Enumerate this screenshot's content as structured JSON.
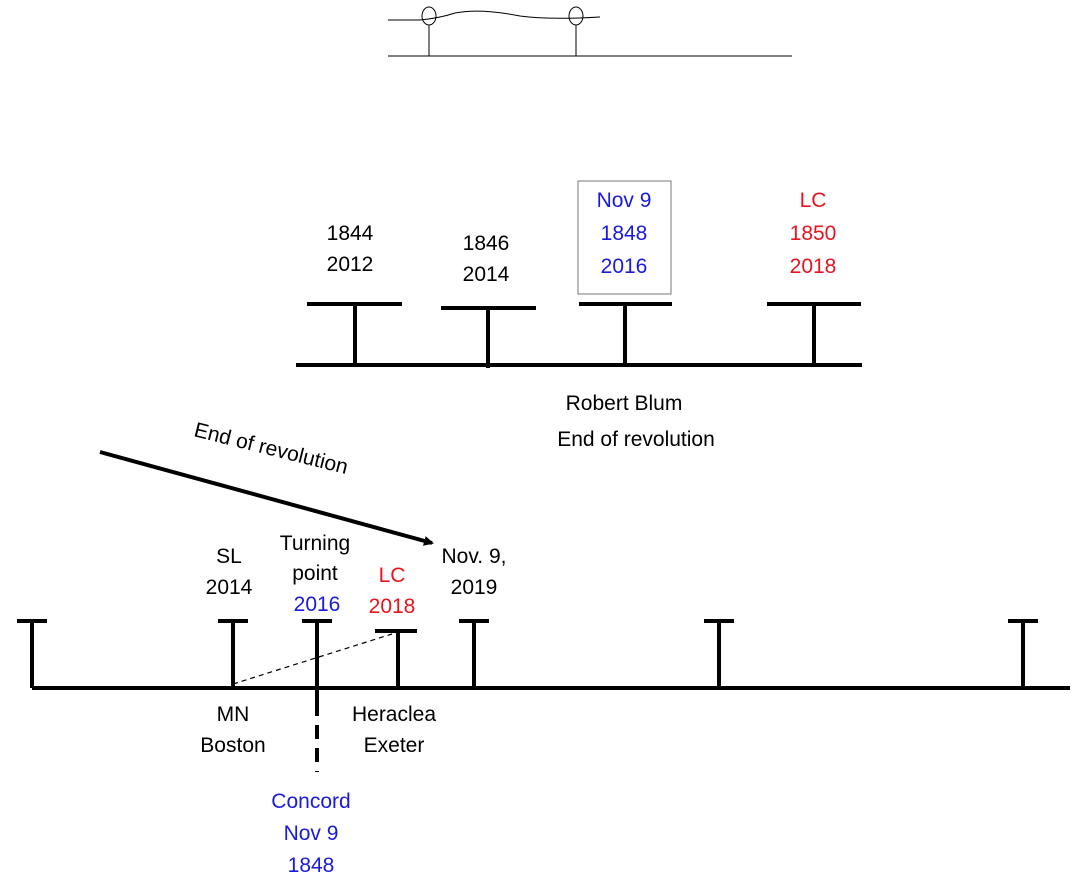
{
  "colors": {
    "ink": "#000000",
    "blue": "#1a1adf",
    "red": "#e8141e"
  },
  "upper_timeline": {
    "post_1": {
      "line1": "1844",
      "line2": "2012"
    },
    "post_2": {
      "line1": "1846",
      "line2": "2014"
    },
    "post_3": {
      "line1": "Nov 9",
      "line2": "1848",
      "line3": "2016"
    },
    "post_4": {
      "line1": "LC",
      "line2": "1850",
      "line3": "2018"
    },
    "caption_1": "Robert Blum",
    "caption_2": "End of revolution"
  },
  "arrow_label": "End of revolution",
  "lower_timeline": {
    "sl": {
      "line1": "SL",
      "line2": "2014"
    },
    "turning": {
      "line1": "Turning",
      "line2": "point",
      "line3": "2016"
    },
    "lc": {
      "line1": "LC",
      "line2": "2018"
    },
    "nov": {
      "line1": "Nov. 9,",
      "line2": "2019"
    },
    "mn": {
      "line1": "MN",
      "line2": "Boston"
    },
    "heraclea": {
      "line1": "Heraclea",
      "line2": "Exeter"
    },
    "concord": {
      "line1": "Concord",
      "line2": "Nov 9",
      "line3": "1848"
    }
  }
}
